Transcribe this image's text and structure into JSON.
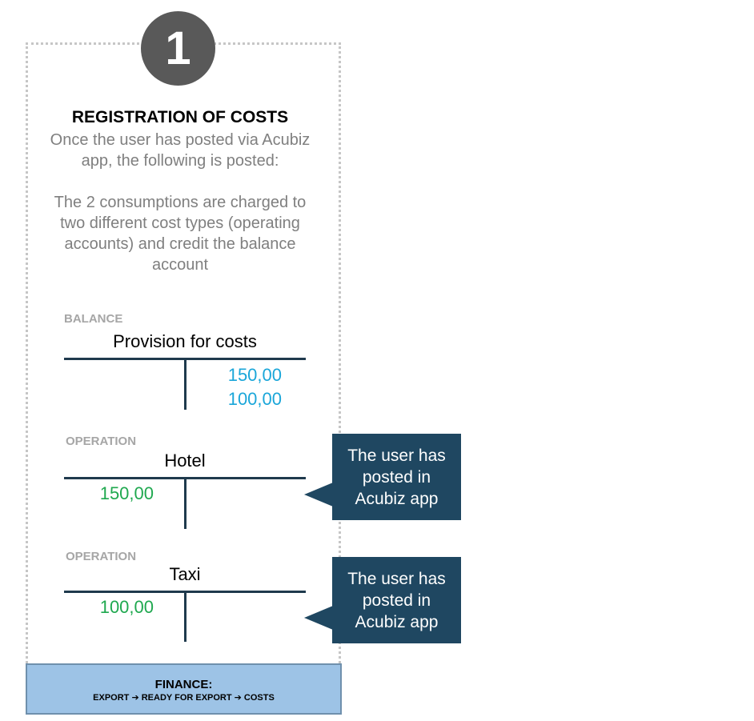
{
  "step_number": "1",
  "title": "REGISTRATION OF COSTS",
  "description": {
    "line1": "Once the user has posted via Acubiz app, the following is posted:",
    "line2": "The 2 consumptions are charged to two different cost types (operating accounts) and credit the balance account"
  },
  "balance": {
    "label": "BALANCE",
    "name": "Provision for costs",
    "credits": [
      "150,00",
      "100,00"
    ]
  },
  "operations": [
    {
      "label": "OPERATION",
      "name": "Hotel",
      "debit": "150,00",
      "callout": "The user has posted in Acubiz app"
    },
    {
      "label": "OPERATION",
      "name": "Taxi",
      "debit": "100,00",
      "callout": "The user has posted in Acubiz app"
    }
  ],
  "footer": {
    "title": "FINANCE:",
    "path": "EXPORT ➔ READY FOR EXPORT ➔ COSTS"
  },
  "colors": {
    "credit_blue": "#1aa6d9",
    "debit_green": "#1fa84f",
    "callout_bg": "#1f4761",
    "footer_bg": "#9dc3e6"
  }
}
